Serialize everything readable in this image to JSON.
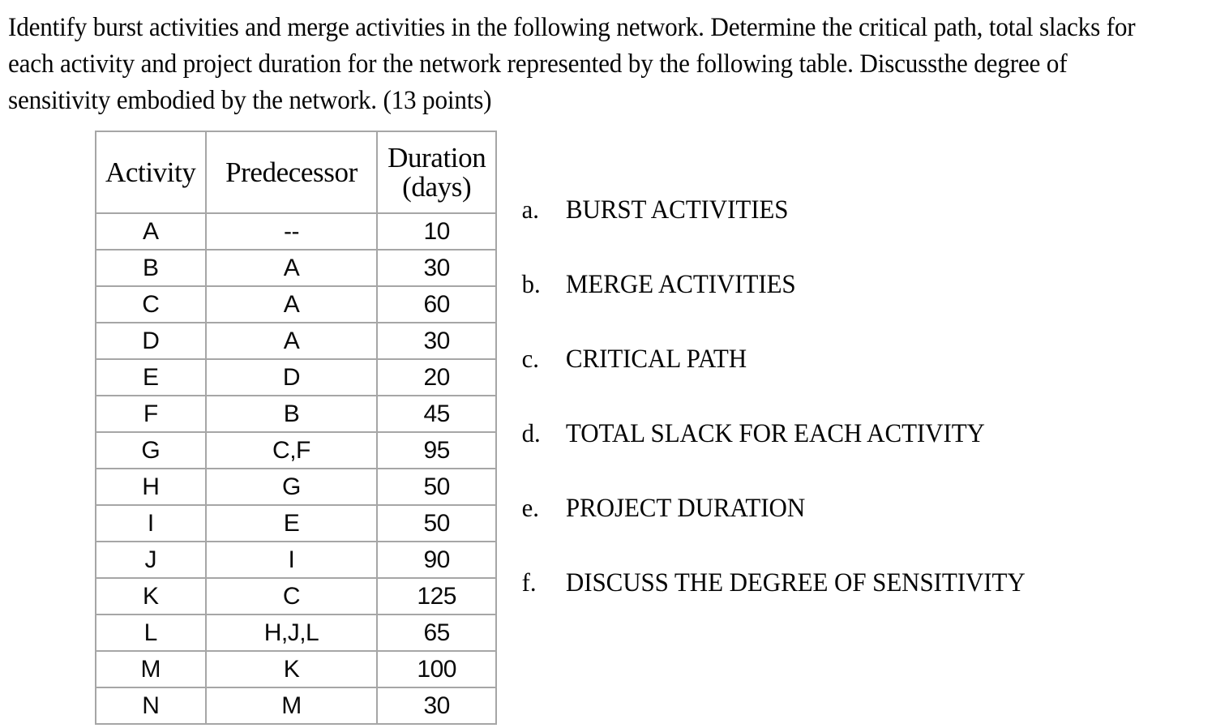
{
  "intro": {
    "paragraph": "Identify burst activities and merge activities in the following network. Determine the critical path, total slacks for each activity and project duration for the network represented by the following table. Discussthe degree of sensitivity embodied by the network. (13 points)"
  },
  "table": {
    "columns": [
      "Activity",
      "Predecessor",
      "Duration (days)"
    ],
    "column_header_activity": "Activity",
    "column_header_predecessor": "Predecessor",
    "column_header_duration_line1": "Duration",
    "column_header_duration_line2": "(days)",
    "rows": [
      {
        "activity": "A",
        "predecessor": "--",
        "duration": "10"
      },
      {
        "activity": "B",
        "predecessor": "A",
        "duration": "30"
      },
      {
        "activity": "C",
        "predecessor": "A",
        "duration": "60"
      },
      {
        "activity": "D",
        "predecessor": "A",
        "duration": "30"
      },
      {
        "activity": "E",
        "predecessor": "D",
        "duration": "20"
      },
      {
        "activity": "F",
        "predecessor": "B",
        "duration": "45"
      },
      {
        "activity": "G",
        "predecessor": "C,F",
        "duration": "95"
      },
      {
        "activity": "H",
        "predecessor": "G",
        "duration": "50"
      },
      {
        "activity": "I",
        "predecessor": "E",
        "duration": "50"
      },
      {
        "activity": "J",
        "predecessor": "I",
        "duration": "90"
      },
      {
        "activity": "K",
        "predecessor": "C",
        "duration": "125"
      },
      {
        "activity": "L",
        "predecessor": "H,J,L",
        "duration": "65"
      },
      {
        "activity": "M",
        "predecessor": "K",
        "duration": "100"
      },
      {
        "activity": "N",
        "predecessor": "M",
        "duration": "30"
      }
    ]
  },
  "questions": [
    {
      "marker": "a.",
      "text": "BURST ACTIVITIES"
    },
    {
      "marker": "b.",
      "text": "MERGE ACTIVITIES"
    },
    {
      "marker": "c.",
      "text": "CRITICAL PATH"
    },
    {
      "marker": "d.",
      "text": "TOTAL SLACK FOR EACH ACTIVITY"
    },
    {
      "marker": "e.",
      "text": "PROJECT DURATION"
    },
    {
      "marker": "f.",
      "text": "DISCUSS THE DEGREE OF SENSITIVITY"
    }
  ],
  "colors": {
    "page_background": "#ffffff",
    "text": "#000000",
    "table_border": "#a6a6a6"
  }
}
